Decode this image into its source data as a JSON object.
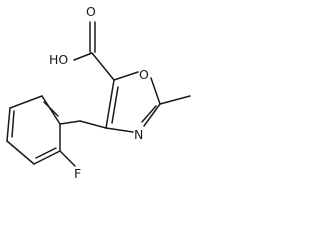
{
  "molecule": {
    "atoms": {
      "hydroxyl": "HO",
      "carbonyl_oxygen": "O",
      "ring_oxygen": "O",
      "ring_nitrogen": "N",
      "fluorine": "F"
    }
  }
}
